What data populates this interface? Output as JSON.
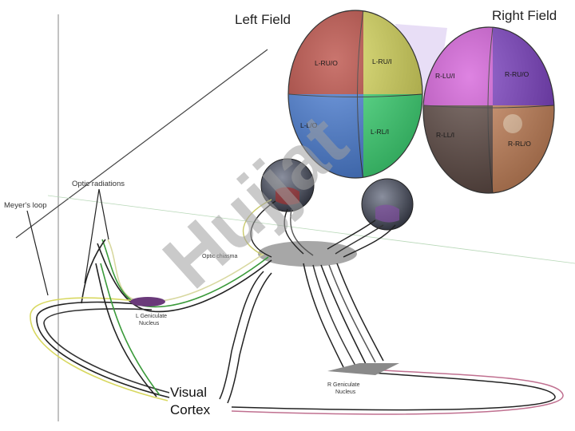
{
  "titles": {
    "left_field": "Left Field",
    "right_field": "Right Field"
  },
  "left_field_quadrants": {
    "upper_left": "L-RU/O",
    "upper_right": "L-RU/I",
    "lower_left": "L-L/O",
    "lower_right": "L-RL/I"
  },
  "right_field_quadrants": {
    "upper_left": "R-LU/I",
    "upper_right": "R-RU/O",
    "lower_left": "R-LL/I",
    "lower_right": "R-RL/O"
  },
  "labels": {
    "meyers_loop": "Meyer's loop",
    "optic_radiations": "Optic radiations",
    "optic_chiasma": "Optic chiasma",
    "l_geniculate": [
      "L Geniculate",
      "Nucleus"
    ],
    "r_geniculate": [
      "R Geniculate",
      "Nucleus"
    ],
    "visual_cortex": [
      "Visual",
      "Cortex"
    ]
  },
  "watermark": "Hujjat",
  "colors": {
    "left_upper_left": "#b8473e",
    "left_upper_right": "#d8d85a",
    "left_lower_left": "#4a7fd8",
    "left_lower_right": "#3fdc78",
    "right_upper_left": "#d35ad8",
    "right_upper_right": "#7a3dc2",
    "right_lower_left": "#5a4640",
    "right_lower_right": "#c9845a"
  }
}
